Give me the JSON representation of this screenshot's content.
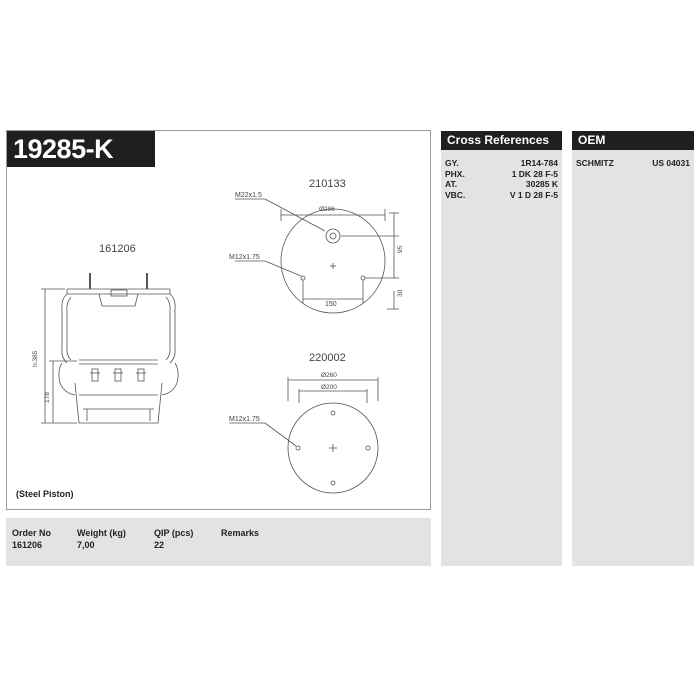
{
  "part": {
    "number": "19285-K"
  },
  "drawing": {
    "piston_code": "161206",
    "top_plate_code": "210133",
    "bottom_plate_code": "220002",
    "top_thread": "M22x1.5",
    "top_stud_thread": "M12x1.75",
    "top_diameter": "Ø286",
    "top_dim_95": "95",
    "top_dim_30": "30",
    "top_dim_150": "150",
    "bottom_diameter_outer": "Ø260",
    "bottom_diameter_inner": "Ø200",
    "bottom_stud_thread": "M12x1.75",
    "height_label": "h:385",
    "piston_height": "178",
    "piston_note": "(Steel Piston)"
  },
  "cross_references": {
    "title": "Cross References",
    "items": [
      {
        "brand": "GY.",
        "code": "1R14-784"
      },
      {
        "brand": "PHX.",
        "code": "1 DK 28 F-5"
      },
      {
        "brand": "AT.",
        "code": "30285 K"
      },
      {
        "brand": "VBC.",
        "code": "V 1 D 28 F-5"
      }
    ]
  },
  "oem": {
    "title": "OEM",
    "items": [
      {
        "brand": "SCHMITZ",
        "code": "US 04031"
      }
    ]
  },
  "order_info": {
    "order_no_label": "Order No",
    "order_no": "161206",
    "weight_label": "Weight (kg)",
    "weight": "7,00",
    "qip_label": "QIP (pcs)",
    "qip": "22",
    "remarks_label": "Remarks",
    "remarks": ""
  }
}
